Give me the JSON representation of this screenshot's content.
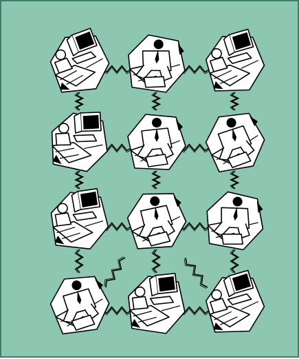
{
  "illustration": {
    "background_color": "#8dc6b1",
    "border_color": "#3b7e69",
    "grid": {
      "rows": 4,
      "columns": 3
    },
    "workstations": [
      {
        "row": 1,
        "col": 1,
        "variant": "monitor"
      },
      {
        "row": 1,
        "col": 2,
        "variant": "person"
      },
      {
        "row": 1,
        "col": 3,
        "variant": "monitor"
      },
      {
        "row": 2,
        "col": 1,
        "variant": "monitor"
      },
      {
        "row": 2,
        "col": 2,
        "variant": "person"
      },
      {
        "row": 2,
        "col": 3,
        "variant": "person"
      },
      {
        "row": 3,
        "col": 1,
        "variant": "monitor"
      },
      {
        "row": 3,
        "col": 2,
        "variant": "person"
      },
      {
        "row": 3,
        "col": 3,
        "variant": "person"
      },
      {
        "row": 4,
        "col": 1,
        "variant": "person"
      },
      {
        "row": 4,
        "col": 2,
        "variant": "monitor"
      },
      {
        "row": 4,
        "col": 3,
        "variant": "monitor"
      }
    ],
    "connection_icon": "lightning-zigzag",
    "connection_count": 19
  }
}
